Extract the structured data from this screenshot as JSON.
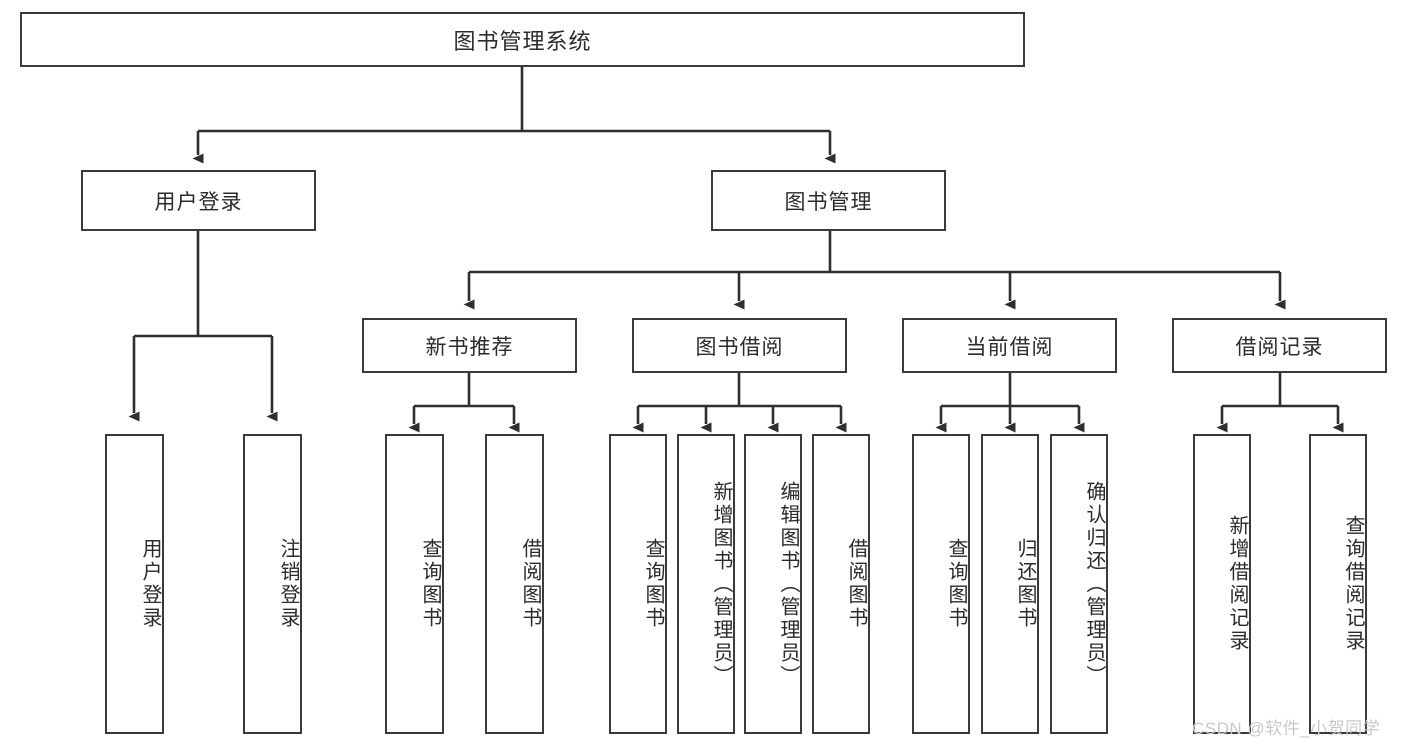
{
  "diagram": {
    "title": "图书管理系统",
    "type": "tree-hierarchy-chart",
    "watermark": "CSDN @软件_小贺同学",
    "colors": {
      "stroke": "#3a3a3a",
      "text": "#2b2b2b",
      "background": "#ffffff",
      "watermark": "#c9c9c9"
    },
    "nodes": {
      "root": {
        "label": "图书管理系统"
      },
      "level2": [
        {
          "id": "user-login",
          "label": "用户登录"
        },
        {
          "id": "book-management",
          "label": "图书管理"
        }
      ],
      "level3": [
        {
          "id": "new-book-recommend",
          "label": "新书推荐"
        },
        {
          "id": "book-borrow",
          "label": "图书借阅"
        },
        {
          "id": "current-borrow",
          "label": "当前借阅"
        },
        {
          "id": "borrow-record",
          "label": "借阅记录"
        }
      ],
      "leaves": {
        "user-login": [
          {
            "id": "leaf-user-login",
            "label": "用户登录"
          },
          {
            "id": "leaf-logout-login",
            "label": "注销登录"
          }
        ],
        "new-book-recommend": [
          {
            "id": "leaf-query-book-1",
            "label": "查询图书"
          },
          {
            "id": "leaf-borrow-book-1",
            "label": "借阅图书"
          }
        ],
        "book-borrow": [
          {
            "id": "leaf-query-book-2",
            "label": "查询图书"
          },
          {
            "id": "leaf-add-book-admin",
            "label": "新增图书（管理员）"
          },
          {
            "id": "leaf-edit-book-admin",
            "label": "编辑图书（管理员）"
          },
          {
            "id": "leaf-borrow-book-2",
            "label": "借阅图书"
          }
        ],
        "current-borrow": [
          {
            "id": "leaf-query-book-3",
            "label": "查询图书"
          },
          {
            "id": "leaf-return-book",
            "label": "归还图书"
          },
          {
            "id": "leaf-confirm-return-admin",
            "label": "确认归还（管理员）"
          }
        ],
        "borrow-record": [
          {
            "id": "leaf-add-borrow-record",
            "label": "新增借阅记录"
          },
          {
            "id": "leaf-query-borrow-record",
            "label": "查询借阅记录"
          }
        ]
      }
    }
  }
}
